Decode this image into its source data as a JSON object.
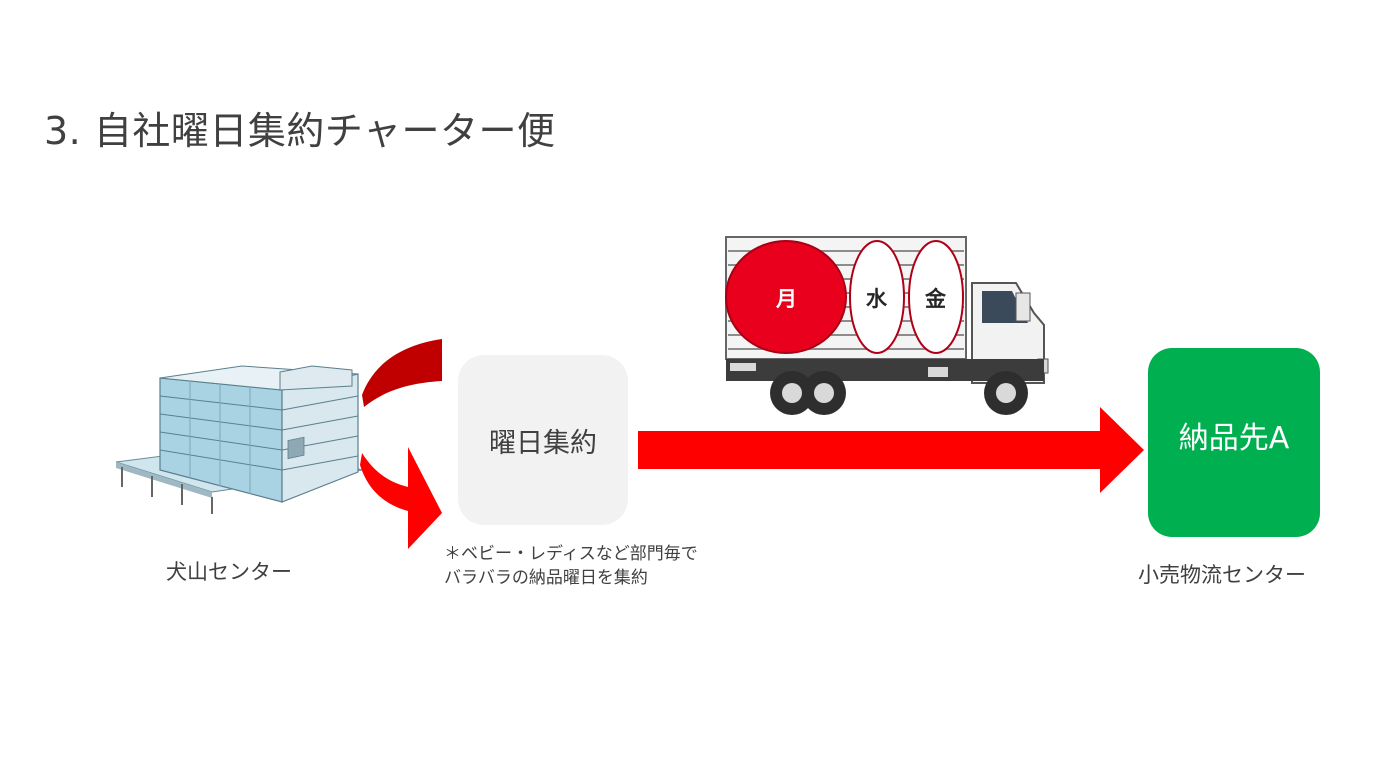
{
  "title": "3. 自社曜日集約チャーター便",
  "origin": {
    "label": "犬山センター"
  },
  "hub": {
    "label": "曜日集約",
    "note_line1": "＊ベビー・レディスなど部門毎で",
    "note_line2": "バラバラの納品曜日を集約"
  },
  "destination": {
    "label": "納品先A",
    "caption": "小売物流センター"
  },
  "truck": {
    "days": [
      "月",
      "水",
      "金"
    ]
  },
  "colors": {
    "arrow": "#ff0000",
    "arrow_dark": "#c00000",
    "hub_bg": "#f2f2f2",
    "dest_bg": "#00b050",
    "day_active": "#e8001c",
    "day_outline": "#b00018"
  }
}
